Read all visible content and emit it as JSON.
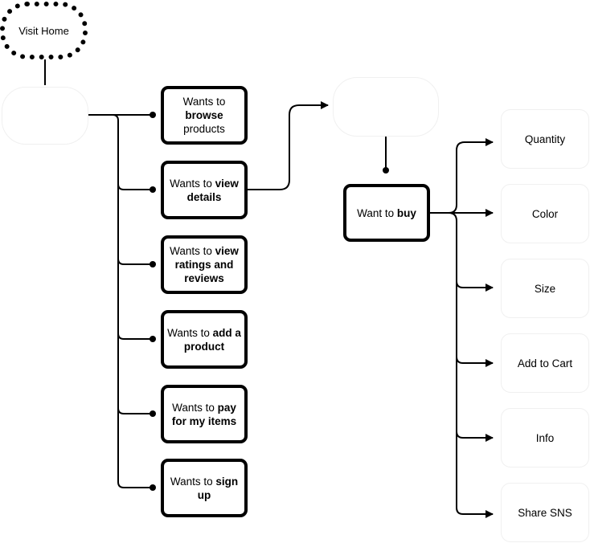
{
  "start_node": {
    "label": "Visit Home"
  },
  "hub_node": {
    "label": ""
  },
  "detail_node": {
    "label": ""
  },
  "wants": [
    {
      "prefix": "Wants to ",
      "bold": "browse",
      "suffix": " products"
    },
    {
      "prefix": "Wants to ",
      "bold": "view details",
      "suffix": ""
    },
    {
      "prefix": "Wants to ",
      "bold": "view ratings and reviews",
      "suffix": ""
    },
    {
      "prefix": "Wants to ",
      "bold": "add a product",
      "suffix": ""
    },
    {
      "prefix": "Wants to ",
      "bold": "pay for my items",
      "suffix": ""
    },
    {
      "prefix": "Wants to ",
      "bold": "sign up",
      "suffix": ""
    }
  ],
  "buy_node": {
    "prefix": "Want to ",
    "bold": "buy"
  },
  "options": [
    "Quantity",
    "Color",
    "Size",
    "Add to Cart",
    "Info",
    "Share SNS"
  ]
}
